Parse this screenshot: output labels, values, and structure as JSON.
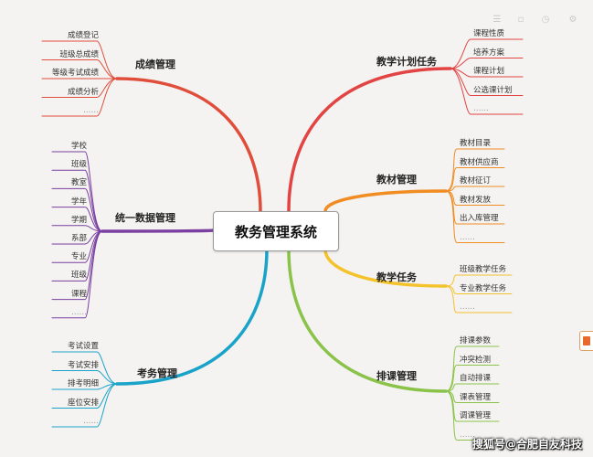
{
  "root": {
    "label": "教务管理系统"
  },
  "branches": [
    {
      "label": "成绩管理",
      "color": "#e04e3b",
      "leaves": [
        "成绩登记",
        "班级总成绩",
        "等级考试成绩",
        "成绩分析",
        "……"
      ]
    },
    {
      "label": "统一数据管理",
      "color": "#7a3fa0",
      "leaves": [
        "学校",
        "班级",
        "教室",
        "学年",
        "学期",
        "系部",
        "专业",
        "班级",
        "课程",
        "……"
      ]
    },
    {
      "label": "考务管理",
      "color": "#1aa3c9",
      "leaves": [
        "考试设置",
        "考试安排",
        "排考明细",
        "座位安排",
        "……"
      ]
    },
    {
      "label": "教学计划任务",
      "color": "#e24444",
      "leaves": [
        "课程性质",
        "培养方案",
        "课程计划",
        "公选课计划",
        "……"
      ]
    },
    {
      "label": "教材管理",
      "color": "#f08c22",
      "leaves": [
        "教材目录",
        "教材供应商",
        "教材征订",
        "教材发放",
        "出入库管理",
        "……"
      ]
    },
    {
      "label": "教学任务",
      "color": "#f4c22a",
      "leaves": [
        "班级教学任务",
        "专业教学任务",
        "……"
      ]
    },
    {
      "label": "排课管理",
      "color": "#8bc34a",
      "leaves": [
        "排课参数",
        "冲突检测",
        "自动排课",
        "课表管理",
        "调课管理",
        "……"
      ]
    }
  ],
  "toolbar": {
    "icons": [
      "list-icon",
      "comment-icon",
      "clock-icon",
      "settings-icon"
    ]
  },
  "watermark": "搜狐号@合肥自友科技"
}
